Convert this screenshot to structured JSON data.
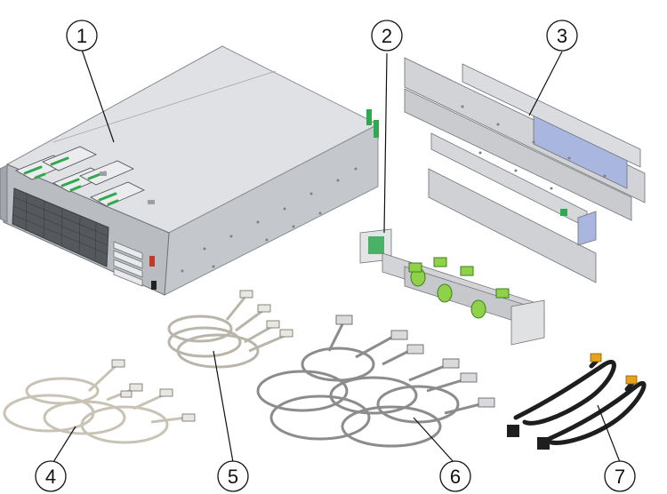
{
  "callouts": [
    {
      "label": "1",
      "name": "server-chassis"
    },
    {
      "label": "2",
      "name": "cable-management-arm"
    },
    {
      "label": "3",
      "name": "rack-rails"
    },
    {
      "label": "4",
      "name": "patch-cables-bundle-a"
    },
    {
      "label": "5",
      "name": "patch-cables-bundle-b"
    },
    {
      "label": "6",
      "name": "fiber-cables"
    },
    {
      "label": "7",
      "name": "power-cords"
    }
  ],
  "colors": {
    "chassis_top": "#dfe1e4",
    "chassis_side": "#c9cbcf",
    "chassis_front": "#b6b9be",
    "accent_green": "#2fa84f",
    "rail_blue": "#a9b6df",
    "rail_gray": "#cfd1d5",
    "cable_tan": "#c9c3b6",
    "cable_gray": "#8c8c8c",
    "cord_black": "#1e1e1e",
    "plug_orange": "#e8a21a"
  }
}
